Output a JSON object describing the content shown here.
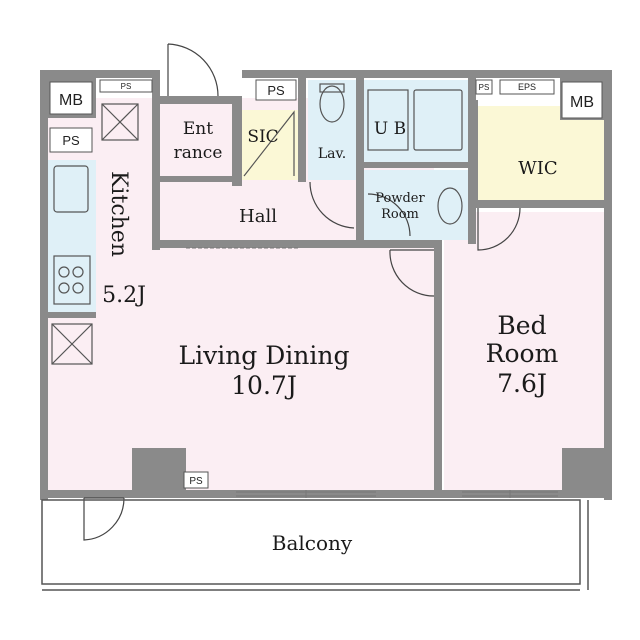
{
  "colors": {
    "wall": "#8a8a8a",
    "living": "#fbeef3",
    "bed": "#fbeef3",
    "wet": "#dff0f7",
    "sic": "#fbf8d6",
    "wic": "#fbf8d6"
  },
  "rooms": {
    "living_name": "Living Dining",
    "living_size": "10.7J",
    "bed_name1": "Bed",
    "bed_name2": "Room",
    "bed_size": "7.6J",
    "kitchen_name": "Kitchen",
    "kitchen_size": "5.2J",
    "entrance1": "Ent",
    "entrance2": "rance",
    "sic": "SIC",
    "lav": "Lav.",
    "ub": "U B",
    "powder1": "Powder",
    "powder2": "Room",
    "hall": "Hall",
    "wic": "WIC",
    "balcony": "Balcony"
  },
  "labels": {
    "mb_left": "MB",
    "mb_right": "MB",
    "ps_top_left": "PS",
    "ps_top_mid": "PS",
    "ps_left": "PS",
    "ps_small": "PS",
    "eps": "EPS",
    "ps_living": "PS"
  }
}
